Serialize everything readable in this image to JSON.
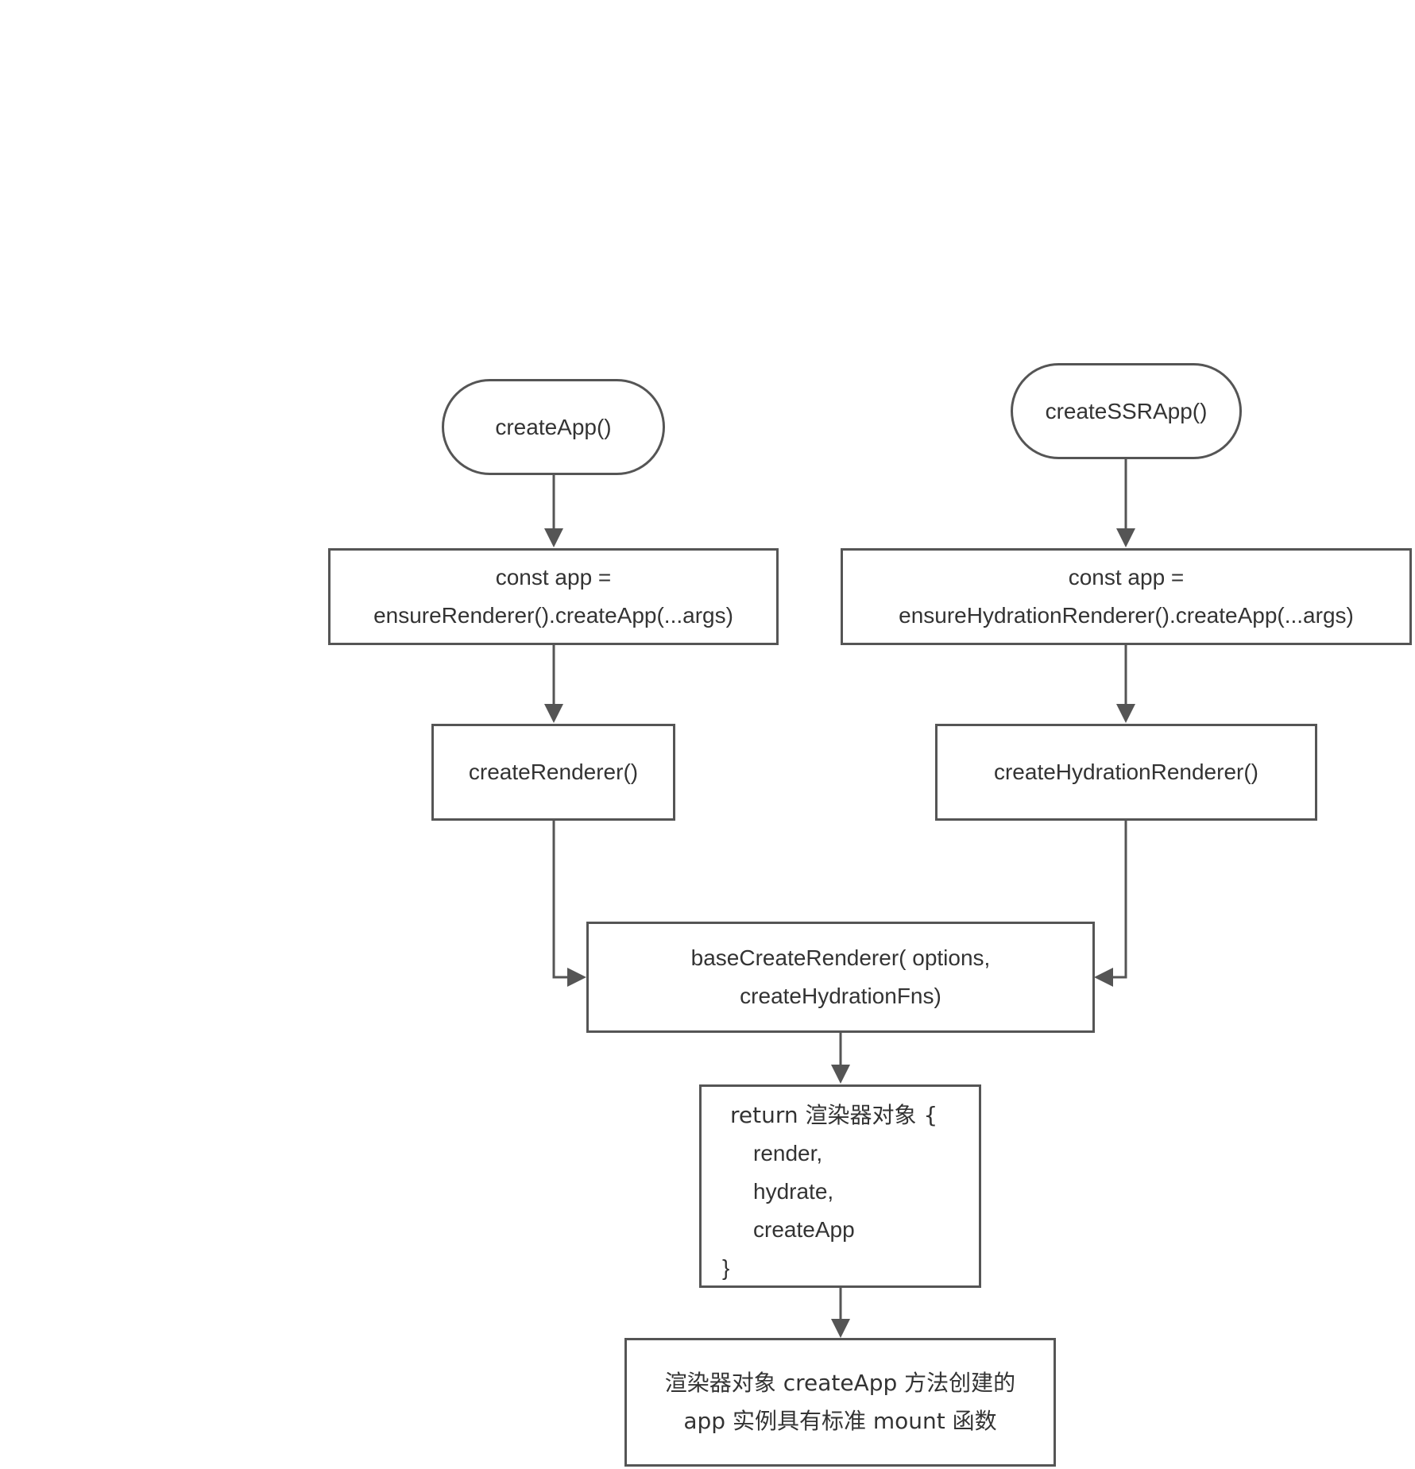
{
  "colors": {
    "stroke": "#555555",
    "text": "#333333",
    "background": "#ffffff"
  },
  "nodes": {
    "create_app": {
      "label": "createApp()"
    },
    "create_ssr_app": {
      "label": "createSSRApp()"
    },
    "ensure_renderer": {
      "line1": "const app =",
      "line2": "ensureRenderer().createApp(...args)"
    },
    "ensure_hydration_renderer": {
      "line1": "const app =",
      "line2": "ensureHydrationRenderer().createApp(...args)"
    },
    "create_renderer": {
      "label": "createRenderer()"
    },
    "create_hydration_renderer": {
      "label": "createHydrationRenderer()"
    },
    "base_create_renderer": {
      "line1": "baseCreateRenderer( options,",
      "line2": "createHydrationFns)"
    },
    "renderer_object": {
      "line1": "return 渲染器对象 {",
      "line2": "render,",
      "line3": "hydrate,",
      "line4": "createApp",
      "line5": "}"
    },
    "app_instance": {
      "line1": "渲染器对象 createApp 方法创建的",
      "line2": "app 实例具有标准 mount 函数"
    }
  }
}
